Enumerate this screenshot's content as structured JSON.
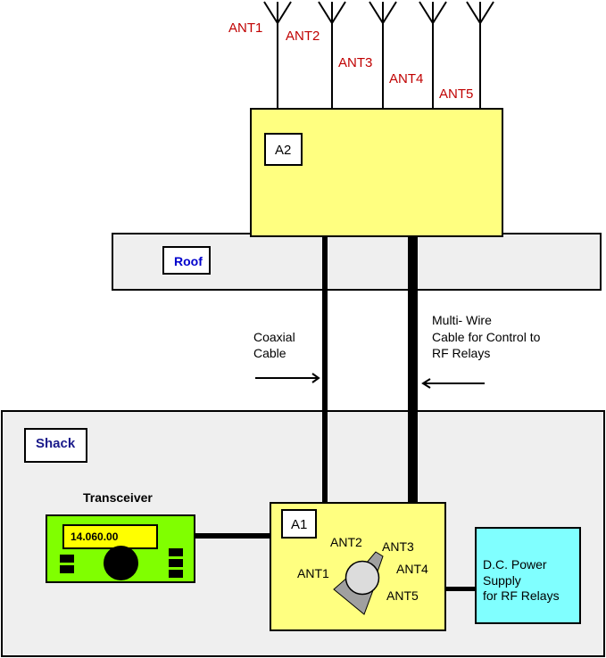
{
  "antennas": [
    {
      "label": "ANT1"
    },
    {
      "label": "ANT2"
    },
    {
      "label": "ANT3"
    },
    {
      "label": "ANT4"
    },
    {
      "label": "ANT5"
    }
  ],
  "a2_box": {
    "label": "A2"
  },
  "roof": {
    "label": "Roof"
  },
  "coax_label": {
    "line1": "Coaxial",
    "line2": "Cable"
  },
  "multiwire_label": {
    "line1": "Multi- Wire",
    "line2": "Cable for Control to",
    "line3": "RF Relays"
  },
  "shack": {
    "label": "Shack"
  },
  "transceiver": {
    "title": "Transceiver",
    "frequency": "14.060.00"
  },
  "a1_box": {
    "label": "A1",
    "switch_positions": [
      "ANT1",
      "ANT2",
      "ANT3",
      "ANT4",
      "ANT5"
    ]
  },
  "power_supply": {
    "line1": "D.C. Power",
    "line2": "Supply",
    "line3": "for RF Relays"
  },
  "colors": {
    "yellow_box": "#ffff80",
    "roof_fill": "#efefef",
    "shack_fill": "#efefef",
    "transceiver_body": "#80ff00",
    "display": "#ffff00",
    "power_supply": "#80ffff",
    "antenna_label": "#c00000",
    "location_label": "#0000cc"
  }
}
